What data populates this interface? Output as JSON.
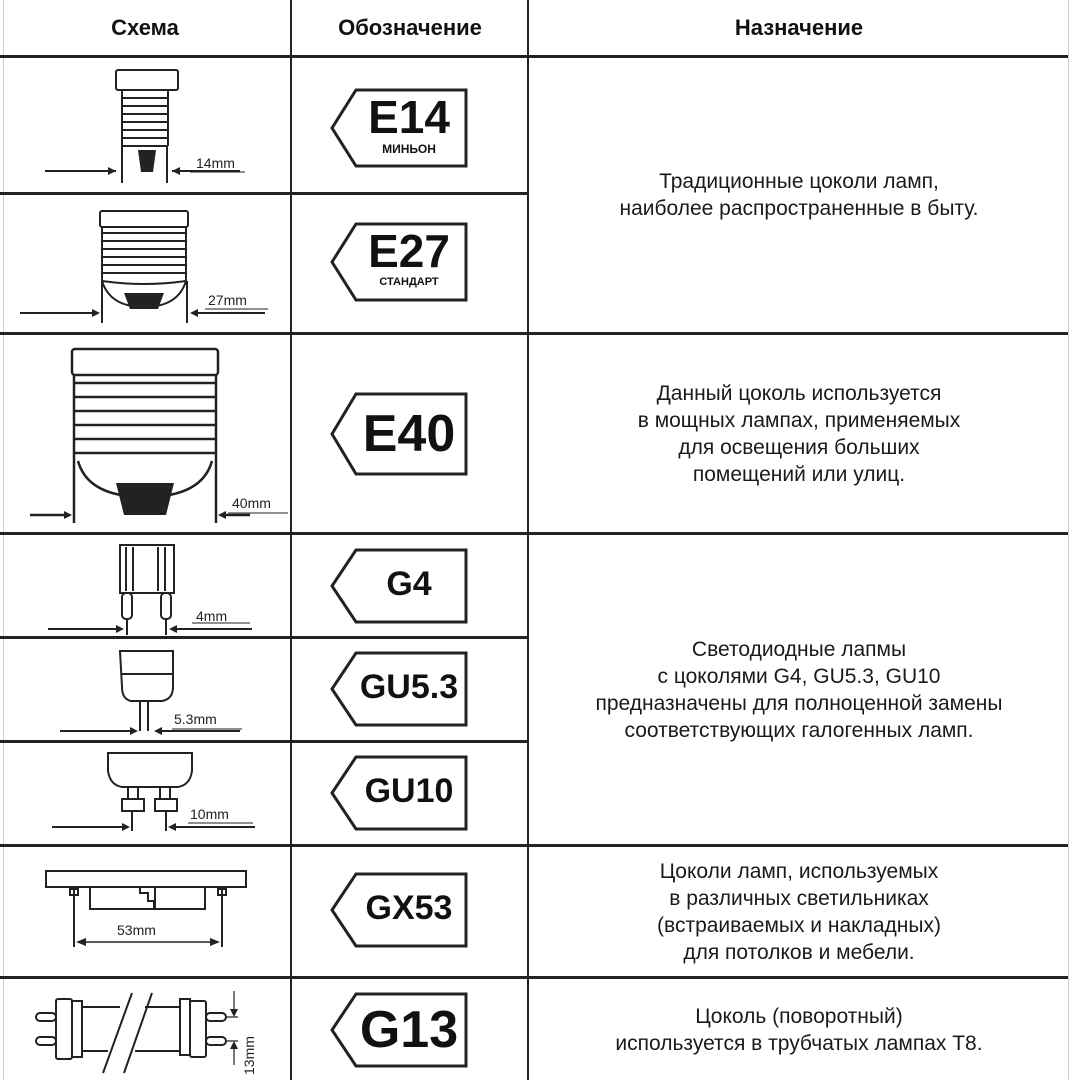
{
  "headers": {
    "schema": "Схема",
    "designation": "Обозначение",
    "purpose": "Назначение"
  },
  "rows": [
    {
      "code": "E14",
      "subtitle": "МИНЬОН",
      "dimension": "14mm"
    },
    {
      "code": "E27",
      "subtitle": "СТАНДАРТ",
      "dimension": "27mm"
    },
    {
      "code": "E40",
      "dimension": "40mm"
    },
    {
      "code": "G4",
      "dimension": "4mm"
    },
    {
      "code": "GU5.3",
      "dimension": "5.3mm"
    },
    {
      "code": "GU10",
      "dimension": "10mm"
    },
    {
      "code": "GX53",
      "dimension": "53mm"
    },
    {
      "code": "G13",
      "dimension": "13mm"
    }
  ],
  "purposes": [
    "Традиционные цоколи ламп,\nнаиболее распространенные в быту.",
    "Данный цоколь используется\nв мощных лампах, применяемых\nдля освещения больших\nпомещений или улиц.",
    "Светодиодные лапмы\nс цоколями G4, GU5.3, GU10\nпредназначены для полноценной замены\nсоответствующих галогенных ламп.",
    "Цоколи ламп, используемых\nв различных светильниках\n(встраиваемых  и накладных)\nдля потолков и мебели.",
    "Цоколь (поворотный)\nиспользуется в трубчатых лампах Т8."
  ]
}
